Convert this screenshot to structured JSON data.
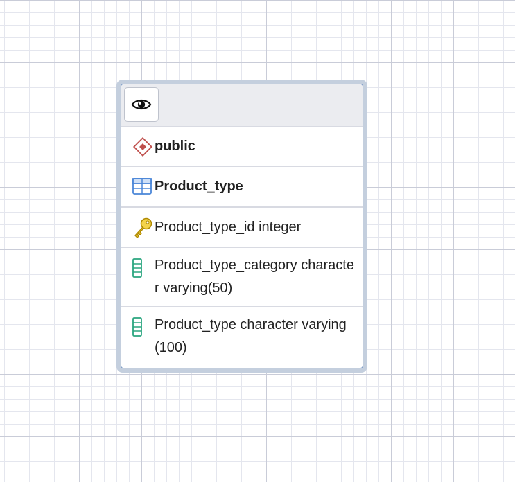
{
  "node": {
    "view_button_icon": "eye-icon",
    "schema": {
      "icon": "schema-diamond-icon",
      "label": "public"
    },
    "table": {
      "icon": "table-icon",
      "label": "Product_type"
    },
    "columns": [
      {
        "icon": "primary-key-icon",
        "label": "Product_type_id integer"
      },
      {
        "icon": "column-icon",
        "label": "Product_type_category character varying(50)"
      },
      {
        "icon": "column-icon",
        "label": "Product_type character varying(100)"
      }
    ]
  },
  "colors": {
    "node_border": "#7e9cc6",
    "node_halo": "#c4cfde",
    "header_bg": "#ebecf0",
    "schema_icon": "#c0504d",
    "table_icon": "#4a86d8",
    "key_icon": "#d9b500",
    "column_icon": "#2aa57f"
  }
}
